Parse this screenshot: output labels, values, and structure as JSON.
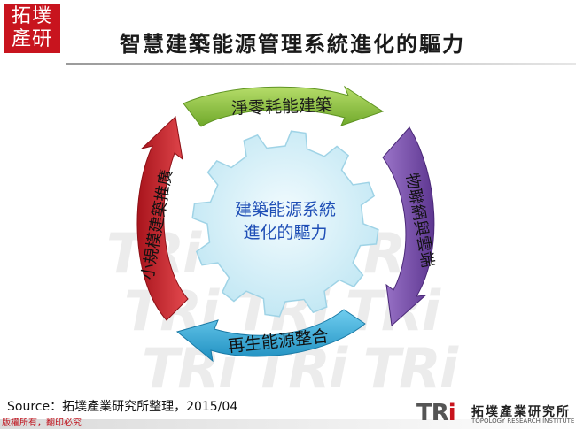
{
  "logo": {
    "line1": "拓墣",
    "line2": "產研"
  },
  "title": "智慧建築能源管理系統進化的驅力",
  "watermark": "TRi TRi TRi",
  "center": {
    "line1": "建築能源系統",
    "line2": "進化的驅力"
  },
  "arrows": {
    "top": "淨零耗能建築",
    "right": "物聯網與雲端",
    "bottom": "再生能源整合",
    "left": "小規模建築推廣"
  },
  "colors": {
    "top": "#8cc43c",
    "right": "#7a4fa8",
    "bottom": "#2ea9d6",
    "left": "#d0252d",
    "gear": "#cdeef7"
  },
  "source": "Source：拓墣產業研究所整理，2015/04",
  "copyright": "版權所有，翻印必究",
  "brand": {
    "mark_a": "TR",
    "mark_b": "i",
    "name_zh": "拓墣產業研究所",
    "name_en": "TOPOLOGY RESEARCH INSTITUTE"
  }
}
